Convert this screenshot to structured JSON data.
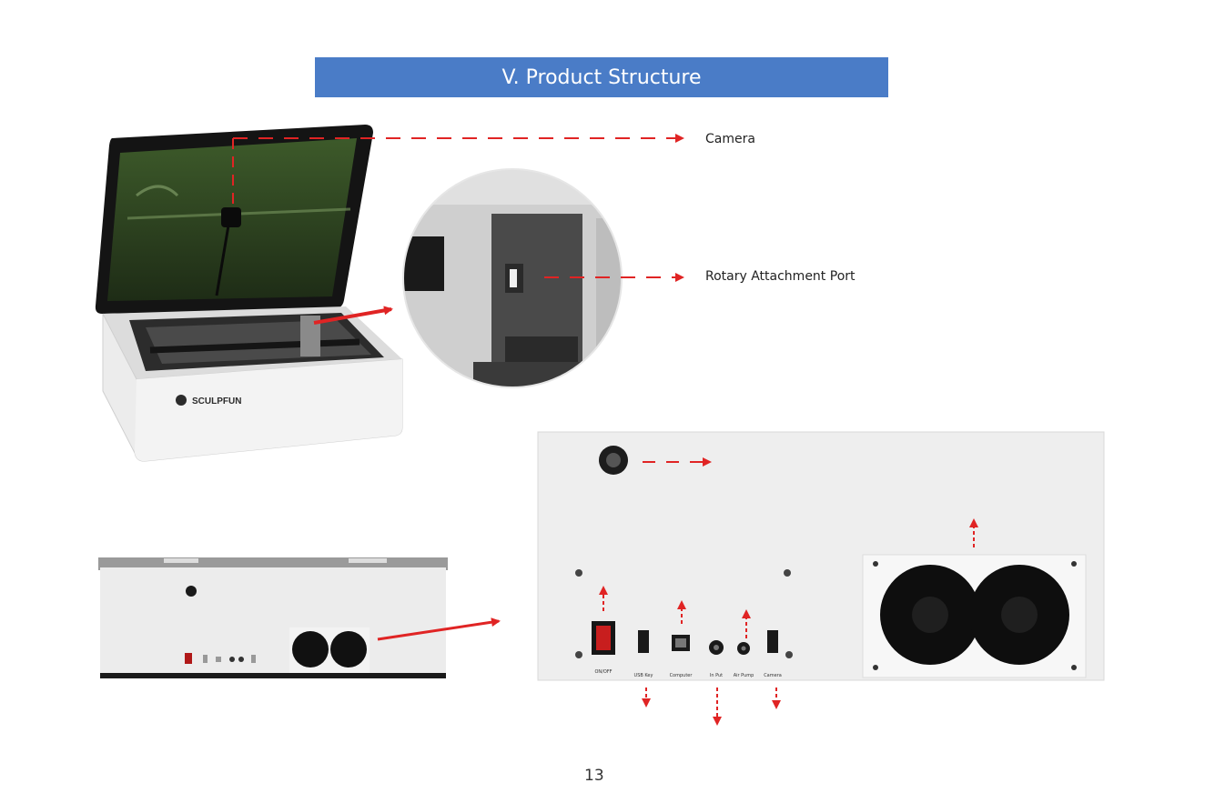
{
  "header": {
    "title": "V. Product Structure"
  },
  "callouts": {
    "camera": "Camera",
    "rotary": "Rotary Attachment Port"
  },
  "brand": {
    "logo_text": "SCULPFUN"
  },
  "rear_panel": {
    "switch_label": "ON/OFF",
    "ports": [
      "USB Key",
      "Computer",
      "In Put",
      "Air Pump",
      "Camera"
    ]
  },
  "footer": {
    "page_number": "13"
  },
  "colors": {
    "title_bg": "#4a7cc7",
    "arrow": "#e02424"
  }
}
